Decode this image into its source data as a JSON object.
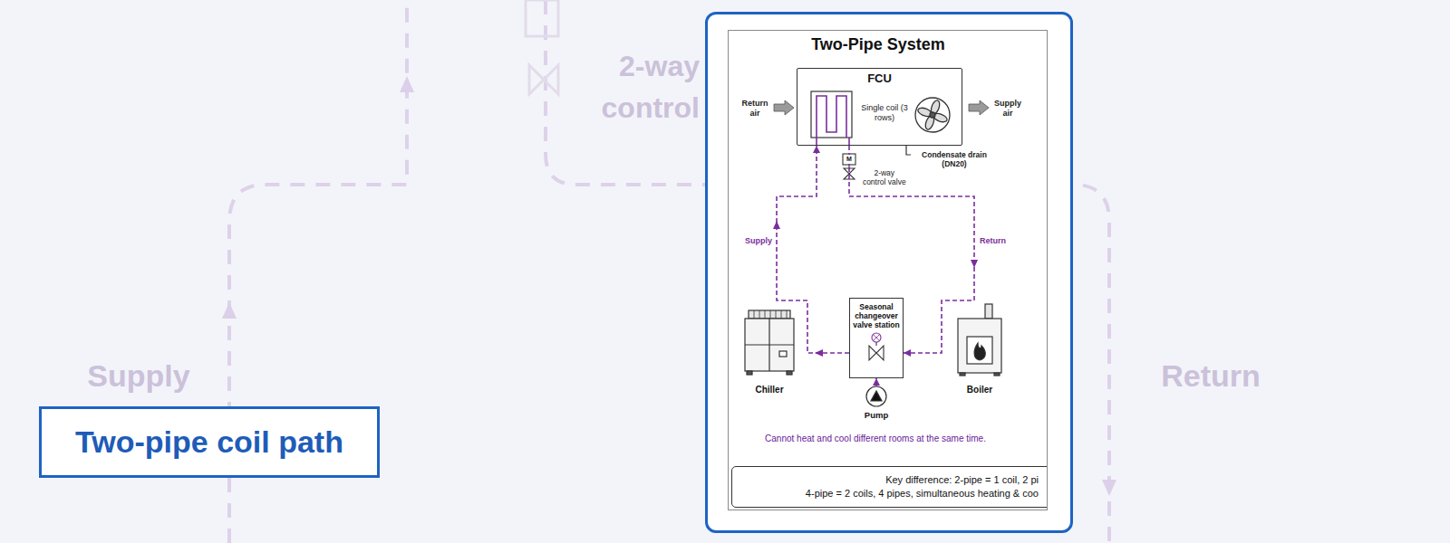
{
  "diagram": {
    "nodes": [
      {
        "text": [
          "Two-pipe coil path"
        ]
      },
      {
        "text": [
          "Two-Pipe System"
        ]
      },
      {
        "text": [
          "FCU",
          "Single coil (3 rows)"
        ],
        "in": 1
      },
      {
        "text": [
          "Chiller"
        ],
        "in": 1
      },
      {
        "text": [
          "Seasonal changeover valve station"
        ],
        "in": 1
      },
      {
        "text": [
          "Boiler"
        ],
        "in": 1
      },
      {
        "text": [
          "Pump"
        ],
        "in": 1
      },
      {
        "text": [
          "Key difference: 2-pipe = 1 coil, 2 pi",
          "4-pipe = 2 coils, 4 pipes, simultaneous heating & coo"
        ],
        "in": 1
      }
    ],
    "edges": [
      {
        "from": 6,
        "to": 4,
        "arrow": "to"
      },
      {
        "from": 4,
        "to": 2,
        "label": "Supply",
        "arrow": "to"
      },
      {
        "from": 2,
        "to": 4,
        "label": "Return",
        "arrow": "to"
      }
    ],
    "labels": [
      "2-way control",
      "Supply",
      "Return",
      "Return air",
      "Supply air",
      "Condensate drain (DN20)",
      "M",
      "2-way control valve",
      "Cannot heat and cool different rooms at the same time."
    ]
  }
}
